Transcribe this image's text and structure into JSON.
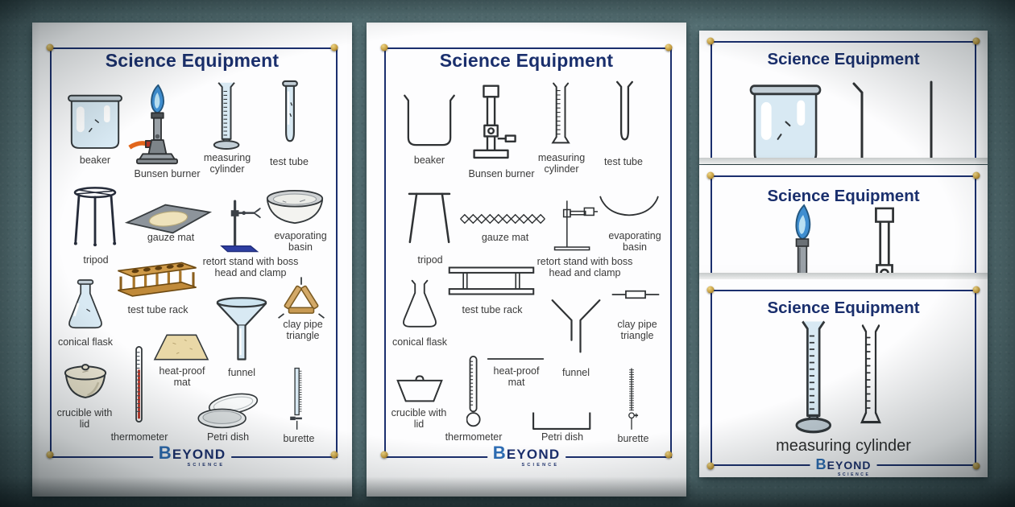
{
  "theme": {
    "background": "#5e7a7e",
    "navy": "#1b2f6e",
    "glass_blue": "#d8e9f3",
    "flame_blue": "#3f8ed0",
    "wood": "#cf9a48",
    "pin_gold": "#c59d3f"
  },
  "poster_color": {
    "title": "Science Equipment",
    "items": [
      {
        "id": "beaker",
        "label": "beaker"
      },
      {
        "id": "bunsen-burner",
        "label": "Bunsen burner"
      },
      {
        "id": "measuring-cylinder",
        "label": "measuring cylinder"
      },
      {
        "id": "test-tube",
        "label": "test tube"
      },
      {
        "id": "tripod",
        "label": "tripod"
      },
      {
        "id": "gauze-mat",
        "label": "gauze mat"
      },
      {
        "id": "retort-stand",
        "label": "retort stand with boss head and clamp"
      },
      {
        "id": "evaporating-basin",
        "label": "evaporating basin"
      },
      {
        "id": "conical-flask",
        "label": "conical flask"
      },
      {
        "id": "test-tube-rack",
        "label": "test tube rack"
      },
      {
        "id": "funnel",
        "label": "funnel"
      },
      {
        "id": "clay-pipe-triangle",
        "label": "clay pipe triangle"
      },
      {
        "id": "crucible",
        "label": "crucible with lid"
      },
      {
        "id": "thermometer",
        "label": "thermometer"
      },
      {
        "id": "heat-proof-mat",
        "label": "heat-proof mat"
      },
      {
        "id": "petri-dish",
        "label": "Petri dish"
      },
      {
        "id": "burette",
        "label": "burette"
      }
    ],
    "logo": {
      "brand": "BEYOND",
      "sub": "SCIENCE"
    }
  },
  "poster_outline": {
    "title": "Science Equipment",
    "items": [
      {
        "id": "beaker",
        "label": "beaker"
      },
      {
        "id": "bunsen-burner",
        "label": "Bunsen burner"
      },
      {
        "id": "measuring-cylinder",
        "label": "measuring cylinder"
      },
      {
        "id": "test-tube",
        "label": "test tube"
      },
      {
        "id": "tripod",
        "label": "tripod"
      },
      {
        "id": "gauze-mat",
        "label": "gauze mat"
      },
      {
        "id": "retort-stand",
        "label": "retort stand with boss head and clamp"
      },
      {
        "id": "evaporating-basin",
        "label": "evaporating basin"
      },
      {
        "id": "conical-flask",
        "label": "conical flask"
      },
      {
        "id": "test-tube-rack",
        "label": "test tube rack"
      },
      {
        "id": "funnel",
        "label": "funnel"
      },
      {
        "id": "clay-pipe-triangle",
        "label": "clay pipe triangle"
      },
      {
        "id": "crucible",
        "label": "crucible with lid"
      },
      {
        "id": "thermometer",
        "label": "thermometer"
      },
      {
        "id": "heat-proof-mat",
        "label": "heat-proof mat"
      },
      {
        "id": "petri-dish",
        "label": "Petri dish"
      },
      {
        "id": "burette",
        "label": "burette"
      }
    ],
    "logo": {
      "brand": "BEYOND",
      "sub": "SCIENCE"
    }
  },
  "cards": [
    {
      "title": "Science Equipment"
    },
    {
      "title": "Science Equipment"
    },
    {
      "title": "Science Equipment",
      "caption": "measuring cylinder",
      "logo": {
        "brand": "BEYOND",
        "sub": "SCIENCE"
      }
    }
  ]
}
